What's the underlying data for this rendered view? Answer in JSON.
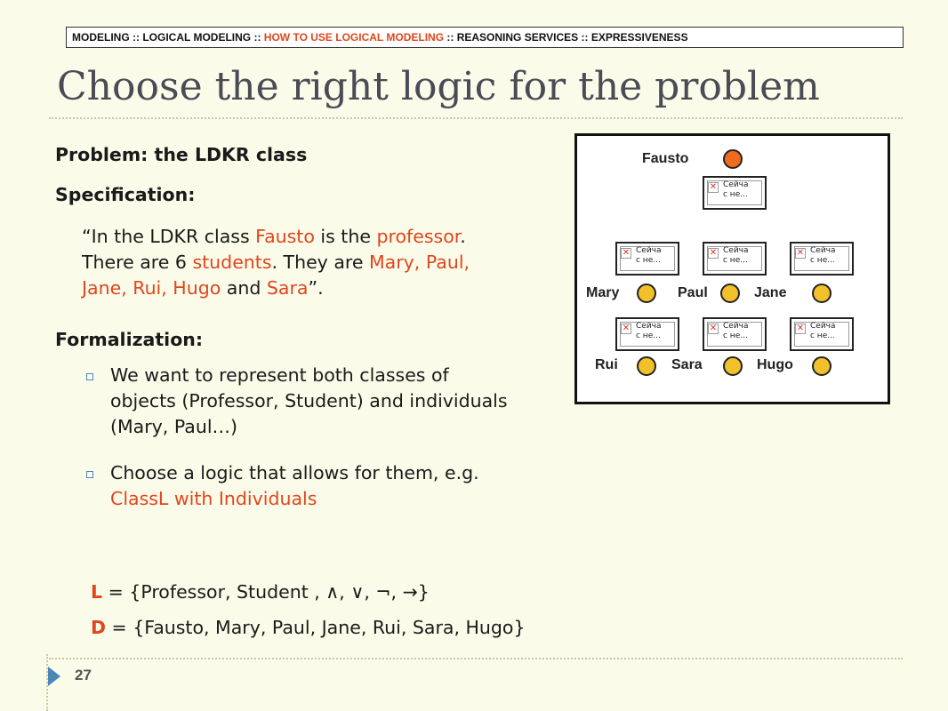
{
  "breadcrumb": {
    "item1": "MODELING",
    "sep": " :: ",
    "item2": "LOGICAL MODELING",
    "item3": "HOW TO USE LOGICAL MODELING",
    "item4": "REASONING SERVICES",
    "item5": "EXPRESSIVENESS"
  },
  "title": "Choose the right logic for the problem",
  "problem": {
    "prefix": "Problem: the ",
    "name": "LDKR",
    "suffix": " class"
  },
  "specification": {
    "heading": "Specification:",
    "line1_a": "“In the LDKR class ",
    "line1_fausto": "Fausto",
    "line1_b": " is the ",
    "line1_prof": "professor",
    "line1_c": ".",
    "line2_a": "There are 6 ",
    "line2_students": "students",
    "line2_b": ". They are ",
    "line2_names": "Mary, Paul,",
    "line3_names": "Jane, Rui, Hugo",
    "line3_and": " and ",
    "line3_sara": "Sara",
    "line3_end": "”."
  },
  "formalization": {
    "heading": "Formalization:",
    "bullet1_line1": "We want to represent both classes of",
    "bullet1_line2": "objects (Professor, Student) and individuals",
    "bullet1_line3": "(Mary, Paul…)",
    "bullet2_line1": "Choose a logic that allows for them, e.g.",
    "bullet2_line2": "ClassL with Individuals"
  },
  "language": {
    "L_symbol": "L",
    "L_rest": " = {Professor, Student , ∧, ∨, ¬, →}",
    "D_symbol": "D",
    "D_rest": " = {Fausto, Mary, Paul, Jane, Rui, Sara, Hugo}"
  },
  "page_number": "27",
  "diagram": {
    "professor": "Fausto",
    "students_row1": [
      "Mary",
      "Paul",
      "Jane"
    ],
    "students_row2": [
      "Rui",
      "Sara",
      "Hugo"
    ],
    "broken_image_alt_line1": "Сейча",
    "broken_image_alt_line2": "с не...",
    "colors": {
      "professor_node": "#ef6b20",
      "student_node": "#f2c12a",
      "accent": "#e0461c"
    }
  }
}
